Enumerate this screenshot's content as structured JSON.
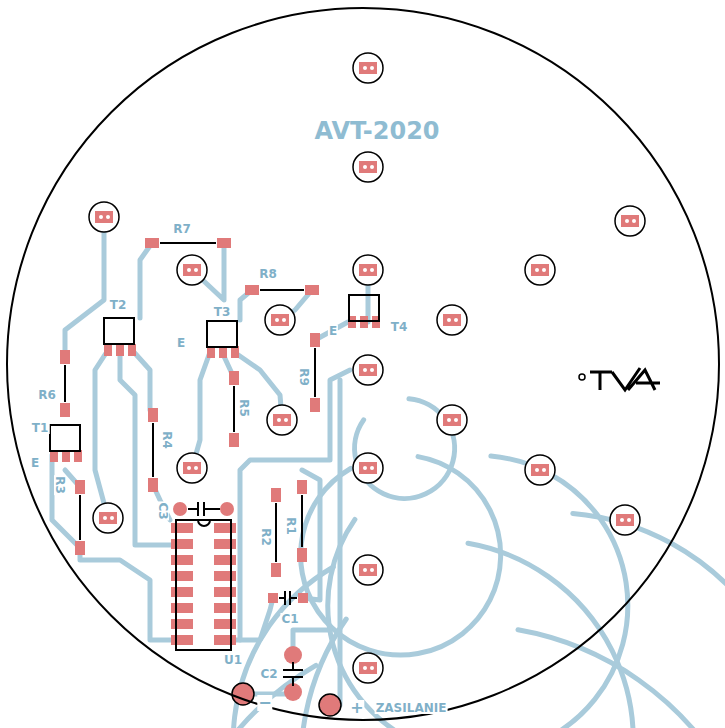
{
  "diagram": {
    "labels": [
      "AVT-2020",
      "R7",
      "R8",
      "T2",
      "T3",
      "T4",
      "E",
      "E",
      "R6",
      "T1",
      "E",
      "R3",
      "R4",
      "R5",
      "R9",
      "C3",
      "R2",
      "R1",
      "C1",
      "U1",
      "C2",
      "−",
      "+",
      "ZASILANIE"
    ]
  }
}
